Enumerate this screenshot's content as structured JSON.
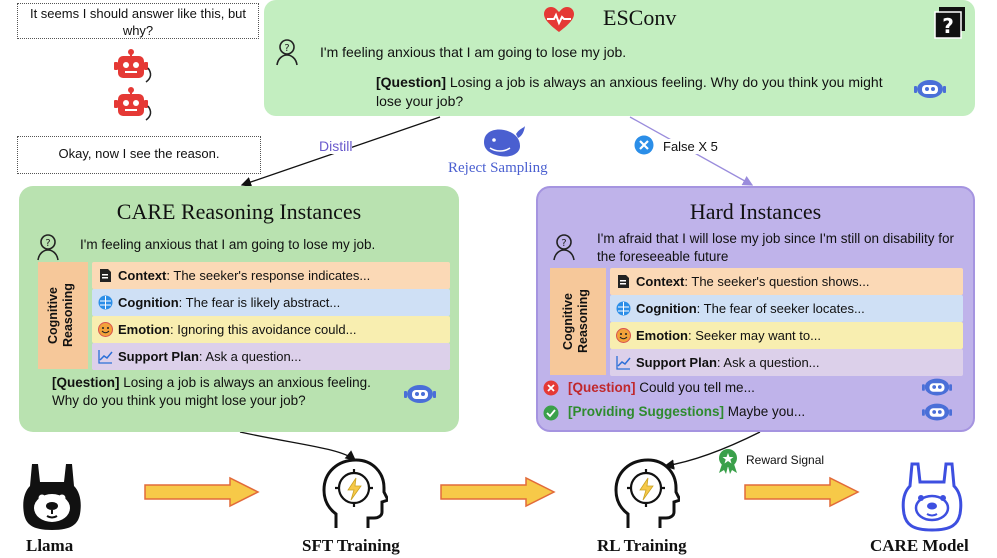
{
  "bubbles": {
    "top": "It seems I should answer like this, but why?",
    "bottom": "Okay, now I see the reason."
  },
  "esconv": {
    "title": "ESConv",
    "seeker": "I'm feeling anxious that I am going to lose my job.",
    "question_label": "[Question]",
    "question_text": "Losing a job is always an anxious feeling. Why do you think you might lose your job?"
  },
  "flows": {
    "distill": "Distill",
    "reject_sampling": "Reject Sampling",
    "false_x5": "False X 5",
    "reward_signal": "Reward Signal"
  },
  "care": {
    "title": "CARE Reasoning Instances",
    "seeker": "I'm feeling anxious that I am going to lose my job.",
    "cog_label": "Cognitive Reasoning",
    "rows": [
      {
        "label": "Context",
        "text": ": The seeker's response indicates...",
        "color": "#fbd9b6",
        "icon": "document-icon"
      },
      {
        "label": "Cognition",
        "text": ": The fear is likely abstract...",
        "color": "#cfe0f5",
        "icon": "brain-icon"
      },
      {
        "label": "Emotion",
        "text": ": Ignoring this avoidance could...",
        "color": "#f8eeb0",
        "icon": "smiley-icon"
      },
      {
        "label": "Support Plan",
        "text": ": Ask a question...",
        "color": "#dcd0ea",
        "icon": "chart-icon"
      }
    ],
    "question_label": "[Question]",
    "question_text": "Losing a job is always an anxious feeling. Why do you think you might lose your job?"
  },
  "hard": {
    "title": "Hard Instances",
    "seeker": "I'm afraid that I will lose my job since I'm still on disability for the foreseeable future",
    "cog_label": "Cognitive Reasoning",
    "rows": [
      {
        "label": "Context",
        "text": ": The seeker's question shows...",
        "color": "#fbd9b6",
        "icon": "document-icon"
      },
      {
        "label": "Cognition",
        "text": ": The fear of seeker locates...",
        "color": "#cfe0f5",
        "icon": "brain-icon"
      },
      {
        "label": "Emotion",
        "text": ": Seeker may want to...",
        "color": "#f8eeb0",
        "icon": "smiley-icon"
      },
      {
        "label": "Support Plan",
        "text": ":  Ask a question...",
        "color": "#dcd0ea",
        "icon": "chart-icon"
      }
    ],
    "wrong_label": "[Question]",
    "wrong_text": "Could you tell me...",
    "right_label": "[Providing Suggestions]",
    "right_text": "Maybe you..."
  },
  "pipeline": {
    "llama": "Llama",
    "sft": "SFT Training",
    "rl": "RL Training",
    "care_model": "CARE Model"
  },
  "colors": {
    "green_panel": "#b9e2b0",
    "purple_panel": "#bfb3ea",
    "esconv_panel": "#c3eec0",
    "question_red": "#c0282c",
    "suggestion_green": "#2e8b2e",
    "arrow_fill": "#f7c948",
    "arrow_stroke": "#e26b3a"
  }
}
